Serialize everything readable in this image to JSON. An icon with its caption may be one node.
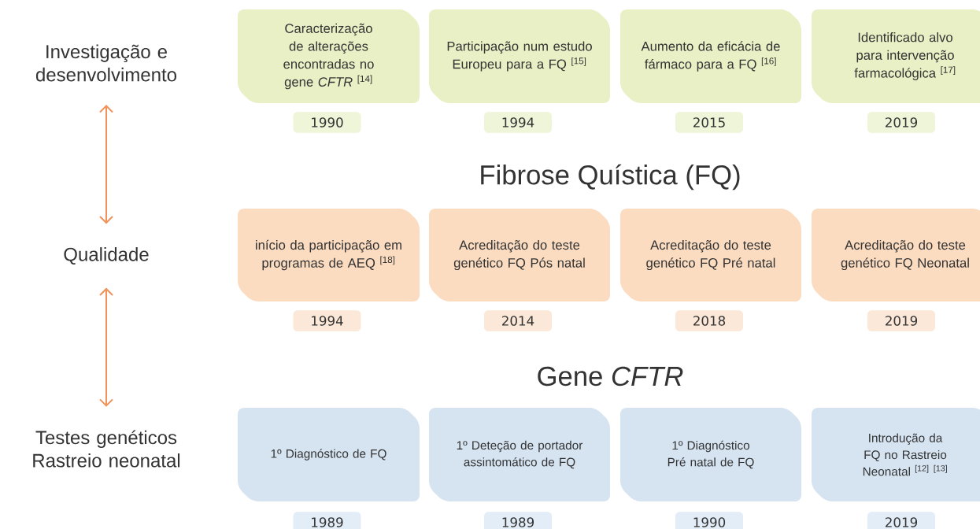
{
  "diagram": {
    "nodes": [
      {
        "text": [
          "Investigação e desenvolvimento"
        ]
      },
      {
        "text": [
          "Caracterização de alterações encontradas no gene *CFTR* $^{[14]}$"
        ]
      },
      {
        "text": [
          "Participação num estudo Europeu para a FQ $^{[15]}$"
        ]
      },
      {
        "text": [
          "Aumento da eficácia de fármaco para a FQ $^{[16]}$"
        ]
      },
      {
        "text": [
          "Identificado alvo para intervenção farmacológica $^{[17]}$"
        ]
      },
      {
        "text": [
          "1990"
        ]
      },
      {
        "text": [
          "1994"
        ]
      },
      {
        "text": [
          "2015"
        ]
      },
      {
        "text": [
          "2019"
        ]
      },
      {
        "text": [
          "Qualidade"
        ]
      },
      {
        "text": [
          "início da participação em programas de AEQ $^{[18]}$"
        ]
      },
      {
        "text": [
          "Acreditação do teste genético FQ Pós natal"
        ]
      },
      {
        "text": [
          "Acreditação do teste genético FQ Pré natal"
        ]
      },
      {
        "text": [
          "Acreditação do teste genético FQ Neonatal"
        ]
      },
      {
        "text": [
          "1994"
        ]
      },
      {
        "text": [
          "2014"
        ]
      },
      {
        "text": [
          "2018"
        ]
      },
      {
        "text": [
          "2019"
        ]
      },
      {
        "text": [
          "Testes genéticos Rastreio neonatal"
        ]
      },
      {
        "text": [
          "1º Diagnóstico de FQ"
        ]
      },
      {
        "text": [
          "1º Deteção de portador assintomático de FQ"
        ]
      },
      {
        "text": [
          "1º Diagnóstico Pré natal de FQ"
        ]
      },
      {
        "text": [
          "Introdução da FQ no Rastreio Neonatal $^{[12]}$ $^{[13]}$"
        ]
      },
      {
        "text": [
          "1989"
        ]
      },
      {
        "text": [
          "1989"
        ]
      },
      {
        "text": [
          "1990"
        ]
      },
      {
        "text": [
          "2019"
        ]
      }
    ],
    "edges": [
      {
        "from": 0,
        "to": 9,
        "arrow": "both"
      },
      {
        "from": 9,
        "to": 18,
        "arrow": "both"
      }
    ],
    "labels": [
      "Fibrose Quística (FQ)",
      "Gene *CFTR*"
    ]
  }
}
